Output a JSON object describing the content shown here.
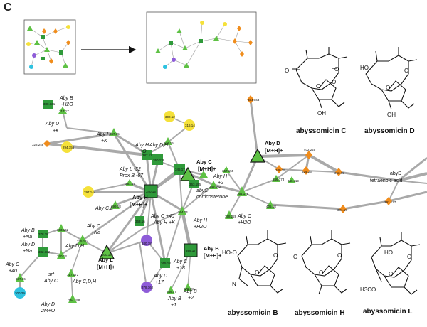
{
  "panel": {
    "letter": "C"
  },
  "colors": {
    "green": "#5ec144",
    "darkgreen": "#2f9a3a",
    "orange": "#f08c1b",
    "yellow": "#f5e13a",
    "purple": "#8e5cd8",
    "cyan": "#2ec2e0",
    "edge": "#a9a9a9"
  },
  "labels": [
    {
      "t": "Aby B",
      "t2": "-H2O"
    },
    {
      "t": "Aby D",
      "t2": "+K"
    },
    {
      "t": "Aby H",
      "t2": "+K"
    },
    {
      "t": "Aby H",
      "t2": "+O"
    },
    {
      "t": "Aby D,H"
    },
    {
      "t": "Aby L -32",
      "t2": "Prox B -67"
    },
    {
      "t": "Aby C,L"
    },
    {
      "t": "Aby H",
      "t2": "+2"
    },
    {
      "t": "abyC",
      "t2": "corticosterone"
    },
    {
      "t": "Aby C +40",
      "t2": "Aby H +K"
    },
    {
      "t": "Aby H",
      "t2": "+H2O"
    },
    {
      "t": "Aby C",
      "t2": "+H2O"
    },
    {
      "t": "Aby C",
      "t2": "+Na"
    },
    {
      "t": "Aby B",
      "t2": "+Na"
    },
    {
      "t": "Aby D",
      "t2": "+Na"
    },
    {
      "t": "Aby D,H"
    },
    {
      "t": "Aby C",
      "t2": "+40"
    },
    {
      "t": "srf",
      "t2": "Aby C"
    },
    {
      "t": "Aby C,D,H"
    },
    {
      "t": "Aby D",
      "t2": "2M+O"
    },
    {
      "t": "Aby C",
      "t2": "+18"
    },
    {
      "t": "Aby D",
      "t2": "+17"
    },
    {
      "t": "Aby B",
      "t2": "+1"
    },
    {
      "t": "Aby B",
      "t2": "+2"
    },
    {
      "t": "abyD",
      "t2": "tetraenoic acid"
    }
  ],
  "bold_labels": [
    {
      "t": "Aby H",
      "t2": "[M+H]+"
    },
    {
      "t": "Aby C",
      "t2": "[M+H]+"
    },
    {
      "t": "Aby D",
      "t2": "[M+H]+"
    },
    {
      "t": "Aby L",
      "t2": "[M+H]+"
    },
    {
      "t": "Aby B",
      "t2": "[M+H]+"
    }
  ],
  "node_ids": [
    "380.131",
    "317.17",
    "328.248",
    "294.156",
    "297.144",
    "302.12",
    "316.14",
    "367.15",
    "387.17",
    "381.17",
    "350.138",
    "341.16",
    "340.15",
    "345.17",
    "363.195",
    "349.162",
    "399.18",
    "364.175",
    "357.155",
    "349.25",
    "402.225",
    "346.173",
    "324.23",
    "363.16",
    "381.19",
    "346.119",
    "391.177",
    "405.18",
    "363.15",
    "358.228",
    "300.141",
    "364.24",
    "340.18",
    "378.18",
    "363.162",
    "382.182",
    "375.144",
    "317.172",
    "370.13",
    "337.16",
    "365.18",
    "354.198",
    "360.18",
    "376.18",
    "399.17",
    "334.164",
    "378.162",
    "349.17",
    "300.29",
    "324.23",
    "285.1",
    "367.18"
  ],
  "molecules": {
    "aby_c": "abyssomicin C",
    "aby_d": "abyssomicin D",
    "aby_b": "abyssomicin B",
    "aby_h": "abyssomicin H",
    "aby_l": "abyssomicin L"
  },
  "atoms": {
    "oh": "OH",
    "o": "O",
    "ho": "HO",
    "ho_o": "HO-O",
    "n": "N",
    "h3co": "H3CO"
  }
}
